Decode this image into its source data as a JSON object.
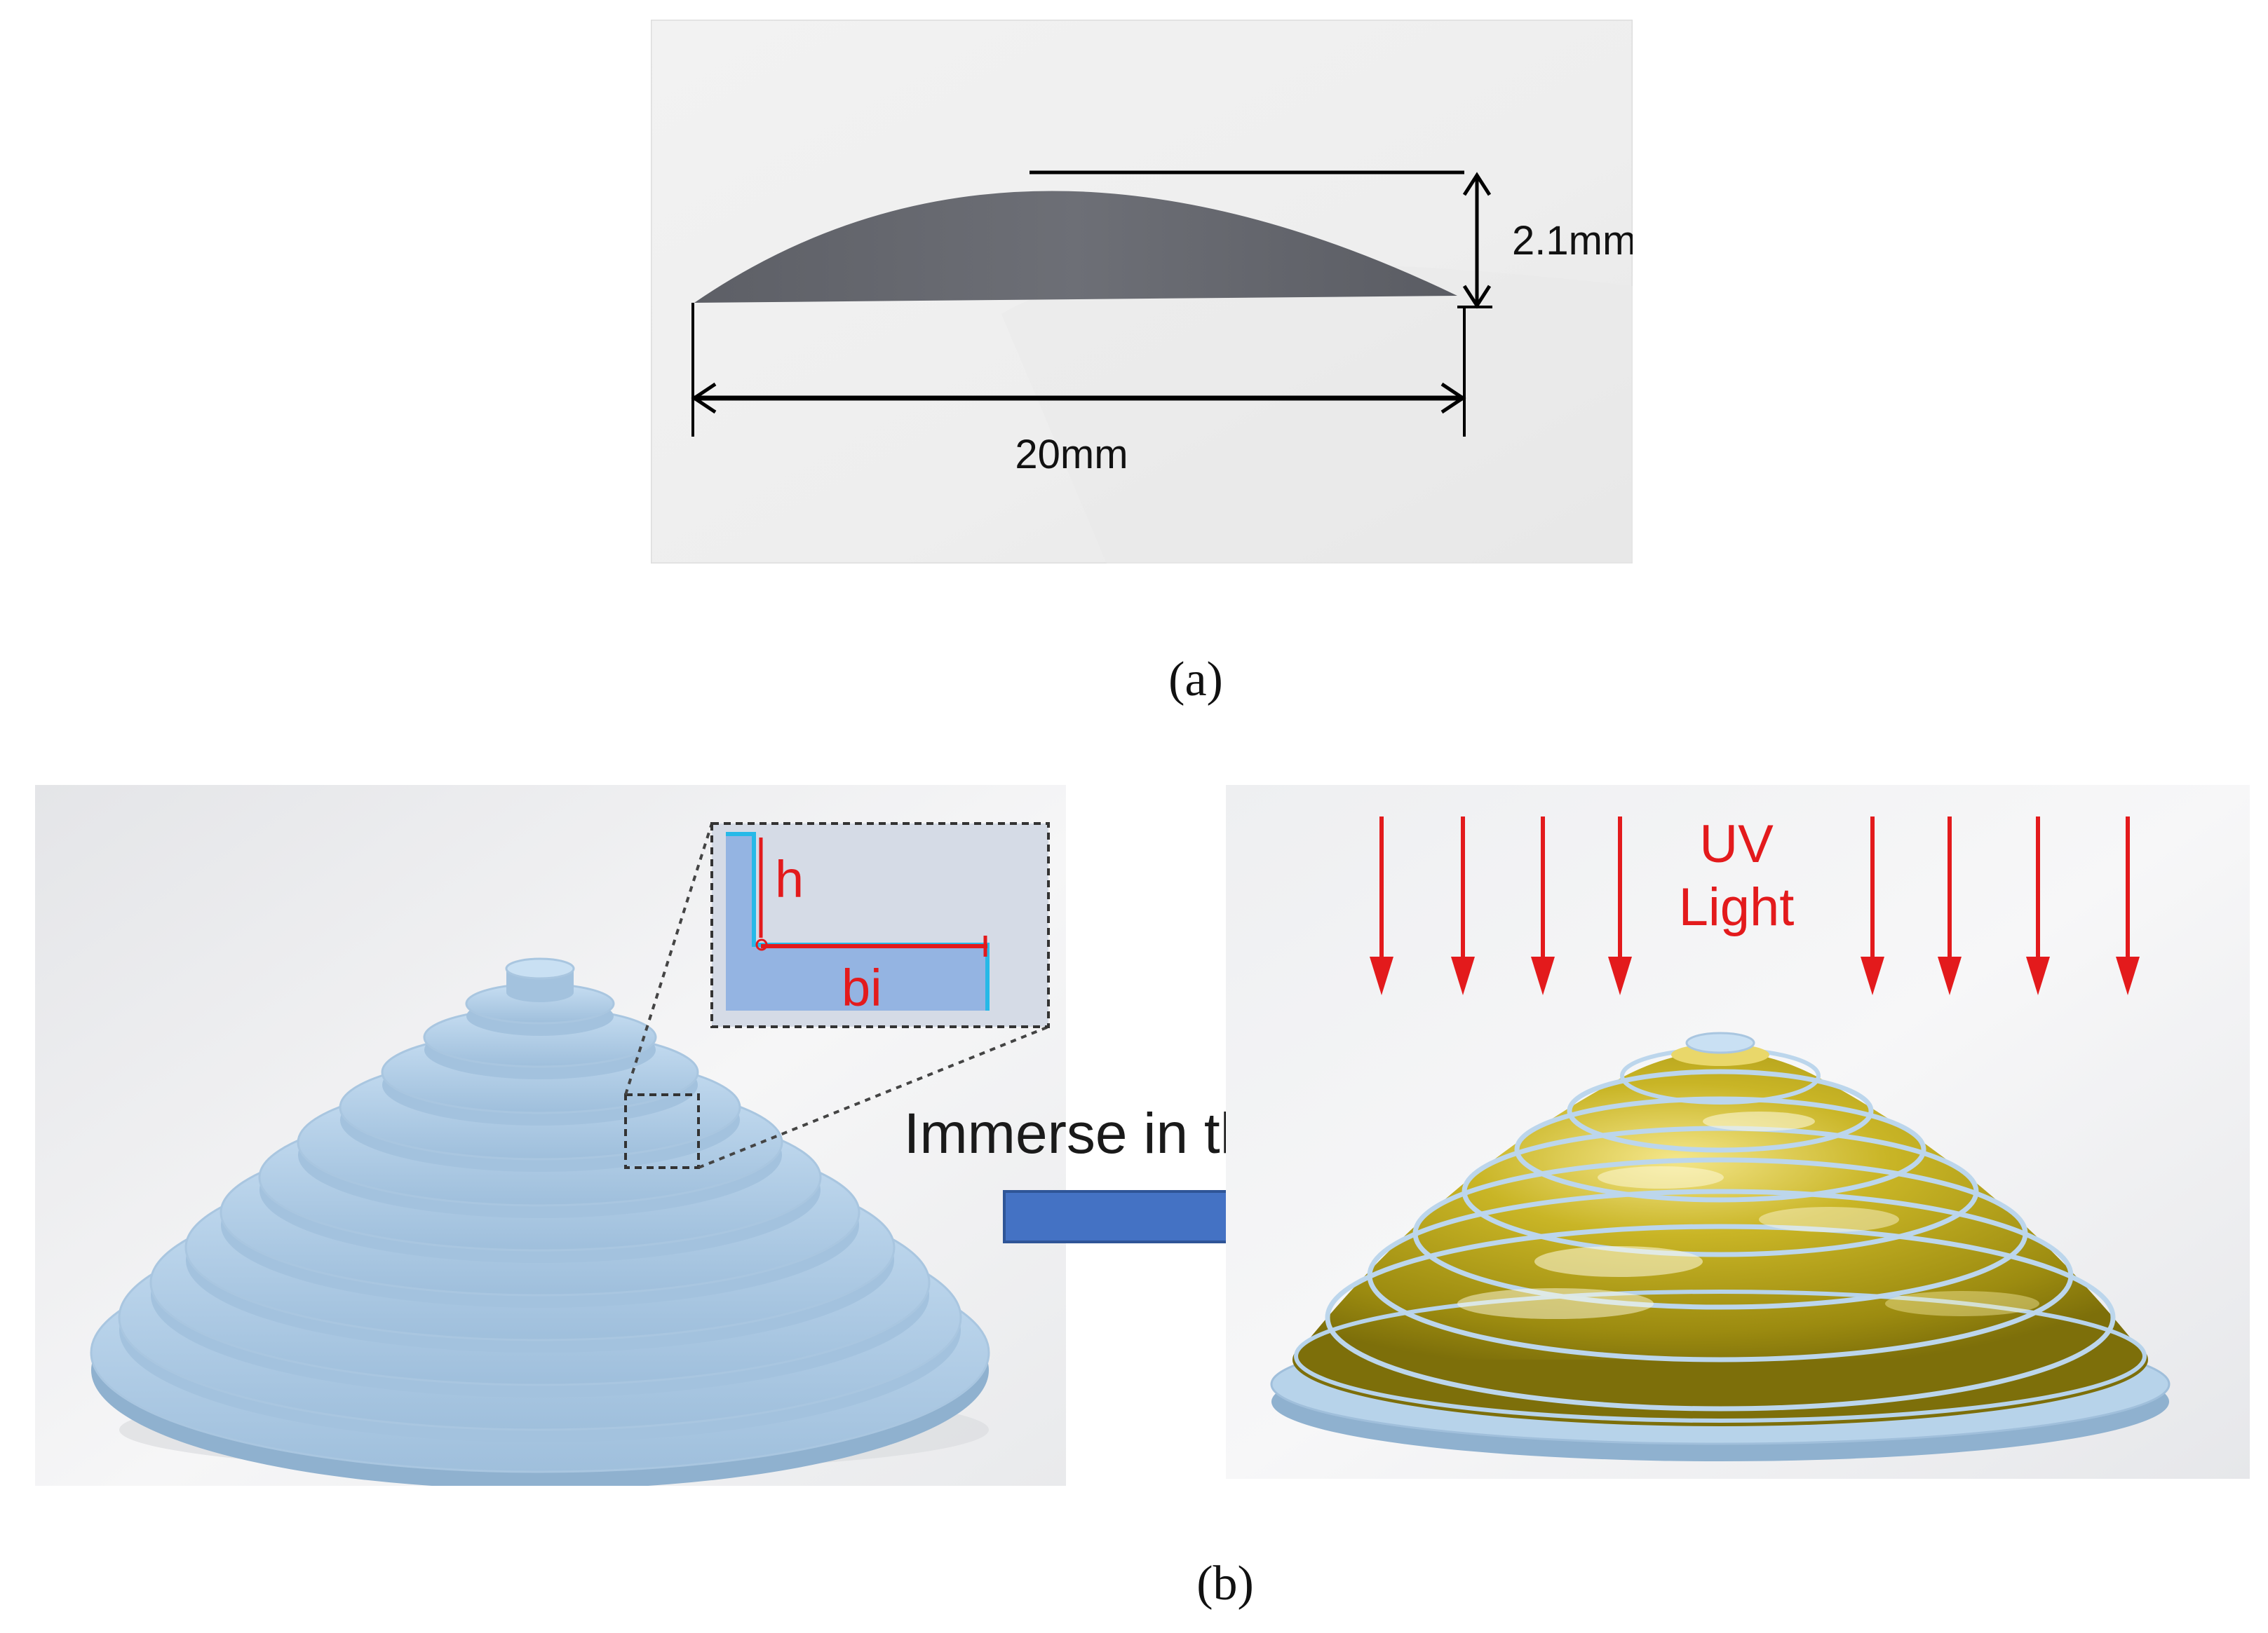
{
  "panel_a": {
    "caption": "(a)",
    "height_label": "2.1mm",
    "width_label": "20mm"
  },
  "panel_b": {
    "caption": "(b)",
    "inset_height_label": "h",
    "inset_width_label": "bi",
    "process_label": "Immerse in the resin",
    "uv_label_line1": "UV",
    "uv_label_line2": "Light"
  },
  "colors": {
    "lens_gray": "#666870",
    "step_blue": "#b7d3ea",
    "resin_yellow": "#b7a512",
    "uv_red": "#e31a1c",
    "arrow_blue": "#4472c4",
    "dimension_black": "#000000"
  }
}
